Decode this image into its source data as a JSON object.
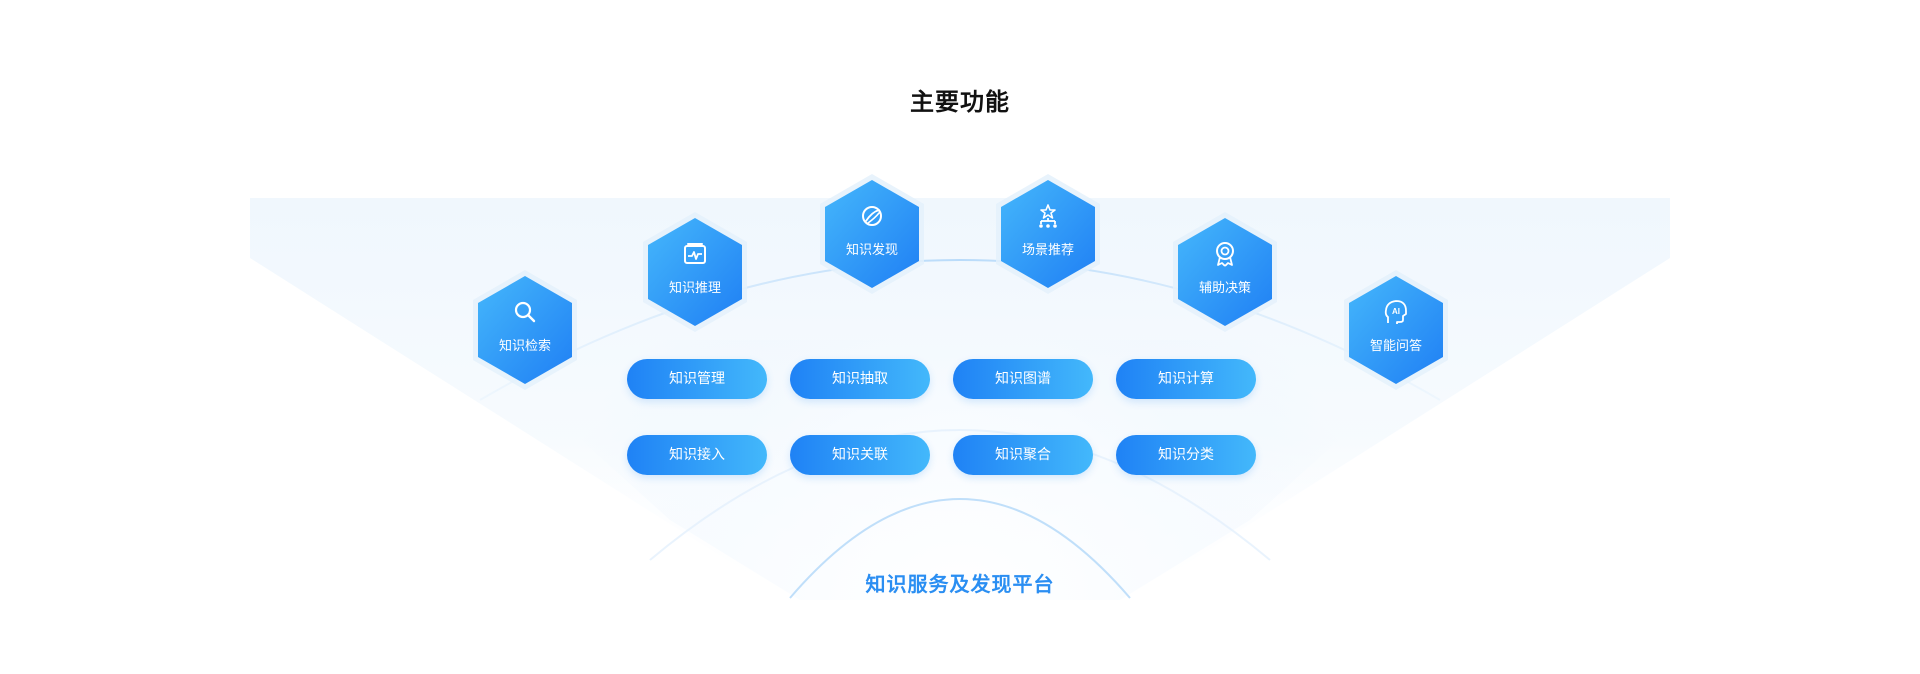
{
  "page": {
    "title": "主要功能",
    "platform_label": "知识服务及发现平台"
  },
  "functions": [
    {
      "label": "知识检索",
      "icon": "search-icon"
    },
    {
      "label": "知识推理",
      "icon": "monitor-chart-icon"
    },
    {
      "label": "知识发现",
      "icon": "planet-icon"
    },
    {
      "label": "场景推荐",
      "icon": "network-star-icon"
    },
    {
      "label": "辅助决策",
      "icon": "award-badge-icon"
    },
    {
      "label": "智能问答",
      "icon": "ai-head-icon"
    }
  ],
  "capabilities": [
    {
      "label": "知识管理"
    },
    {
      "label": "知识抽取"
    },
    {
      "label": "知识图谱"
    },
    {
      "label": "知识计算"
    },
    {
      "label": "知识接入"
    },
    {
      "label": "知识关联"
    },
    {
      "label": "知识聚合"
    },
    {
      "label": "知识分类"
    }
  ],
  "colors": {
    "primary_blue": "#1f82f5",
    "light_blue": "#43b8fb",
    "platform_text": "#2a8ef2",
    "title_text": "#111111"
  }
}
